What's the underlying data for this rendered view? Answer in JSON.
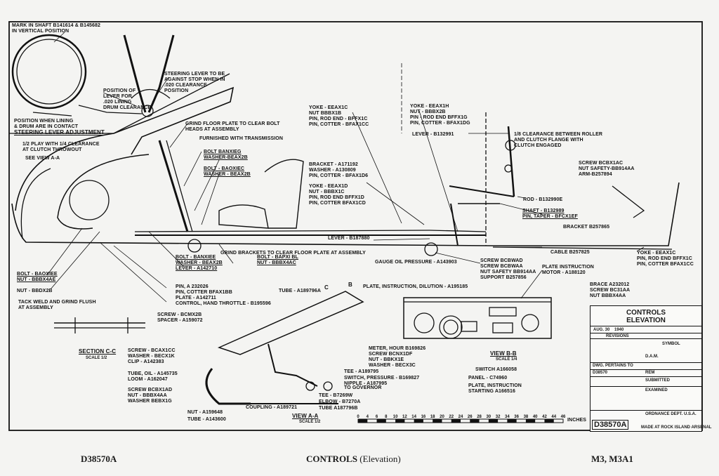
{
  "colors": {
    "ink": "#111111",
    "paper": "#fafaf8",
    "page": "#f4f4f2"
  },
  "top_left": {
    "mark_note": "MARK IN SHAFT B141614 & B145682\nIN VERTICAL POSITION",
    "steering_lever_note": "STEERING LEVER TO BE\nAGAINST STOP WHEN IN\n.020 CLEARANCE\nPOSITION",
    "position_of_lever": "POSITION OF\nLEVER FOR\n.020 LINING\nDRUM CLEARANCE",
    "position_when_lining": "POSITION WHEN LINING\n& DRUM ARE IN CONTACT",
    "steering_adjustment_title": "STEERING LEVER ADJUSTMENT",
    "play_note": "1/2 PLAY WITH 1/4 CLEARANCE\nAT CLUTCH THROWOUT",
    "see_view": "SEE VIEW A-A",
    "grind_floor": "GRIND FLOOR PLATE TO CLEAR BOLT\nHEADS AT ASSEMBLY",
    "furnished": "FURNISHED WITH TRANSMISSION"
  },
  "labels": {
    "bolt_1": "BOLT BANXIEG\nWASHER-BEAX2B",
    "bolt_2": "BOLT - BAOXIEC\nWASHER - BEAX2B",
    "bracket": "BRACKET - A171192\nWASHER - A130809\nPIN, COTTER - BFAX1D6",
    "yoke_1": "YOKE - EEAX1C\nNUT BBBX1B\nPIN, ROD END - BFFX1C\nPIN, COTTER - BFAX1CC",
    "yoke_2": "YOKE - EEAX1H\nNUT - BBBX2B\nPIN - ROD END BFFX1G\nPIN, COTTER - BFAX1DG",
    "yoke_3": "YOKE - EEAX1D\nNUT - BBBX1C\nPIN, ROD END BFFX1D\nPIN, COTTER BFAX1CD",
    "lever_b132991": "LEVER - B132991",
    "clearance_roller": "1/8 CLEARANCE BETWEEN ROLLER\nAND CLUTCH FLANGE WITH\nCLUTCH ENGAGED",
    "screw_right": "SCREW BCBX1AC\nNUT SAFETY-BB914AA\nARM-B257894",
    "rod": "ROD - B132990E",
    "shaft": "SHAFT - B132989\nPIN, TAPER - BFCX1EF",
    "bracket_b257865": "BRACKET B257865",
    "lever_b187880": "LEVER - B187880",
    "cable": "CABLE B257825",
    "yoke_right": "YOKE - EEAX1C\nPIN, ROD END BFFX1C\nPIN, COTTER BFAX1CC",
    "grind_brackets": "GRIND BRACKETS TO CLEAR FLOOR PLATE AT ASSEMBLY",
    "bolt_banxiee": "BOLT - BANXIEE\nWASHER - BEAX2B\nLEVER - A142710",
    "bolt_bapxi": "BOLT - BAPXI BL\nNUT - BBBX4AC",
    "gauge": "GAUGE OIL PRESSURE - A143903",
    "screw_bcbwad": "SCREW BCBWAD\nSCREW BCBWAA\nNUT SAFETY BB914AA\nSUPPORT B257856",
    "plate_instruction_motor": "PLATE INSTRUCTION\nMOTOR - A188120",
    "bolt_baoxiee": "BOLT - BAOXIEE\nNUT - BBBX4AE",
    "nut_bbdx2b": "NUT - BBDX2B",
    "pin_a": "PIN, A 232026\nPIN, COTTER BFAX1BB\nPLATE - A142711\nCONTROL, HAND THROTTLE - B195596",
    "tube_a189796": "TUBE - A189796A",
    "plate_dilution": "PLATE, INSTRUCTION, DILUTION - A195185",
    "brace": "BRACE A232012\nSCREW BC31AA\nNUT BBBX4AA",
    "tack_weld": "TACK WELD AND GRIND FLUSH\nAT ASSEMBLY",
    "screw_bcmx": "SCREW - BCMX2B\nSPACER - A159072",
    "section_cc": "SECTION C-C",
    "section_cc_scale": "SCALE 1/2",
    "screw_bcaxicc": "SCREW - BCAX1CC\nWASHER - BECX1K\nCLIP - A142383",
    "tube_oil": "TUBE, OIL - A145735\nLOOM - A162047",
    "screw_bcbx1ad": "SCREW BCBX1AD\nNUT - BBBX4AA\nWASHER BEBX1G",
    "meter": "METER, HOUR B169826\nSCREW BCNX1DF\nNUT - BBKX1E\nWASHER - BECX3C",
    "tee_a": "TEE - A189795",
    "switch_pressure": "SWITCH, PRESSURE - B169827\nNIPPLE - A187995",
    "to_governor": "TO GOVERNOR",
    "tee_b": "TEE - B7269W",
    "elbow": "ELBOW - B7270A",
    "tube_a187796": "TUBE A187796B",
    "coupling": "COUPLING - A189721",
    "nut_a159": "NUT - A159648",
    "tube_a143": "TUBE - A143600",
    "view_aa": "VIEW A-A",
    "view_aa_scale": "SCALE 1/2",
    "view_bb": "VIEW B-B",
    "view_bb_scale": "SCALE 1/4",
    "switch_a": "SWITCH A166058",
    "panel": "PANEL - C74960",
    "plate_starting": "PLATE, INSTRUCTION\nSTARTING A166516",
    "inches": "INCHES",
    "callout_c": "C",
    "callout_b": "B"
  },
  "scale_ticks": [
    "0",
    "4",
    "6",
    "8",
    "10",
    "12",
    "14",
    "16",
    "18",
    "20",
    "22",
    "24",
    "26",
    "28",
    "30",
    "32",
    "34",
    "36",
    "38",
    "40",
    "42",
    "44",
    "46"
  ],
  "title_block": {
    "title_1": "CONTROLS",
    "title_2": "ELEVATION",
    "date": "AUG. 30    1940",
    "revisions": "REVISIONS",
    "symbol": "SYMBOL",
    "dam": "D.A.M.",
    "rem": "REM",
    "submitted": "SUBMITTED",
    "examined": "EXAMINED",
    "ordnance": "ORDNANCE DEPT. U.S.A.",
    "made_at": "MADE AT ROCK ISLAND ARSENAL",
    "dwg_no": "D38570A",
    "dwg_pertains": "DWG. PERTAINS TO",
    "pertains_no": "D38570"
  },
  "footer": {
    "left": "D38570A",
    "center_bold": "CONTROLS",
    "center_light": "(Elevation)",
    "right": "M3, M3A1"
  }
}
